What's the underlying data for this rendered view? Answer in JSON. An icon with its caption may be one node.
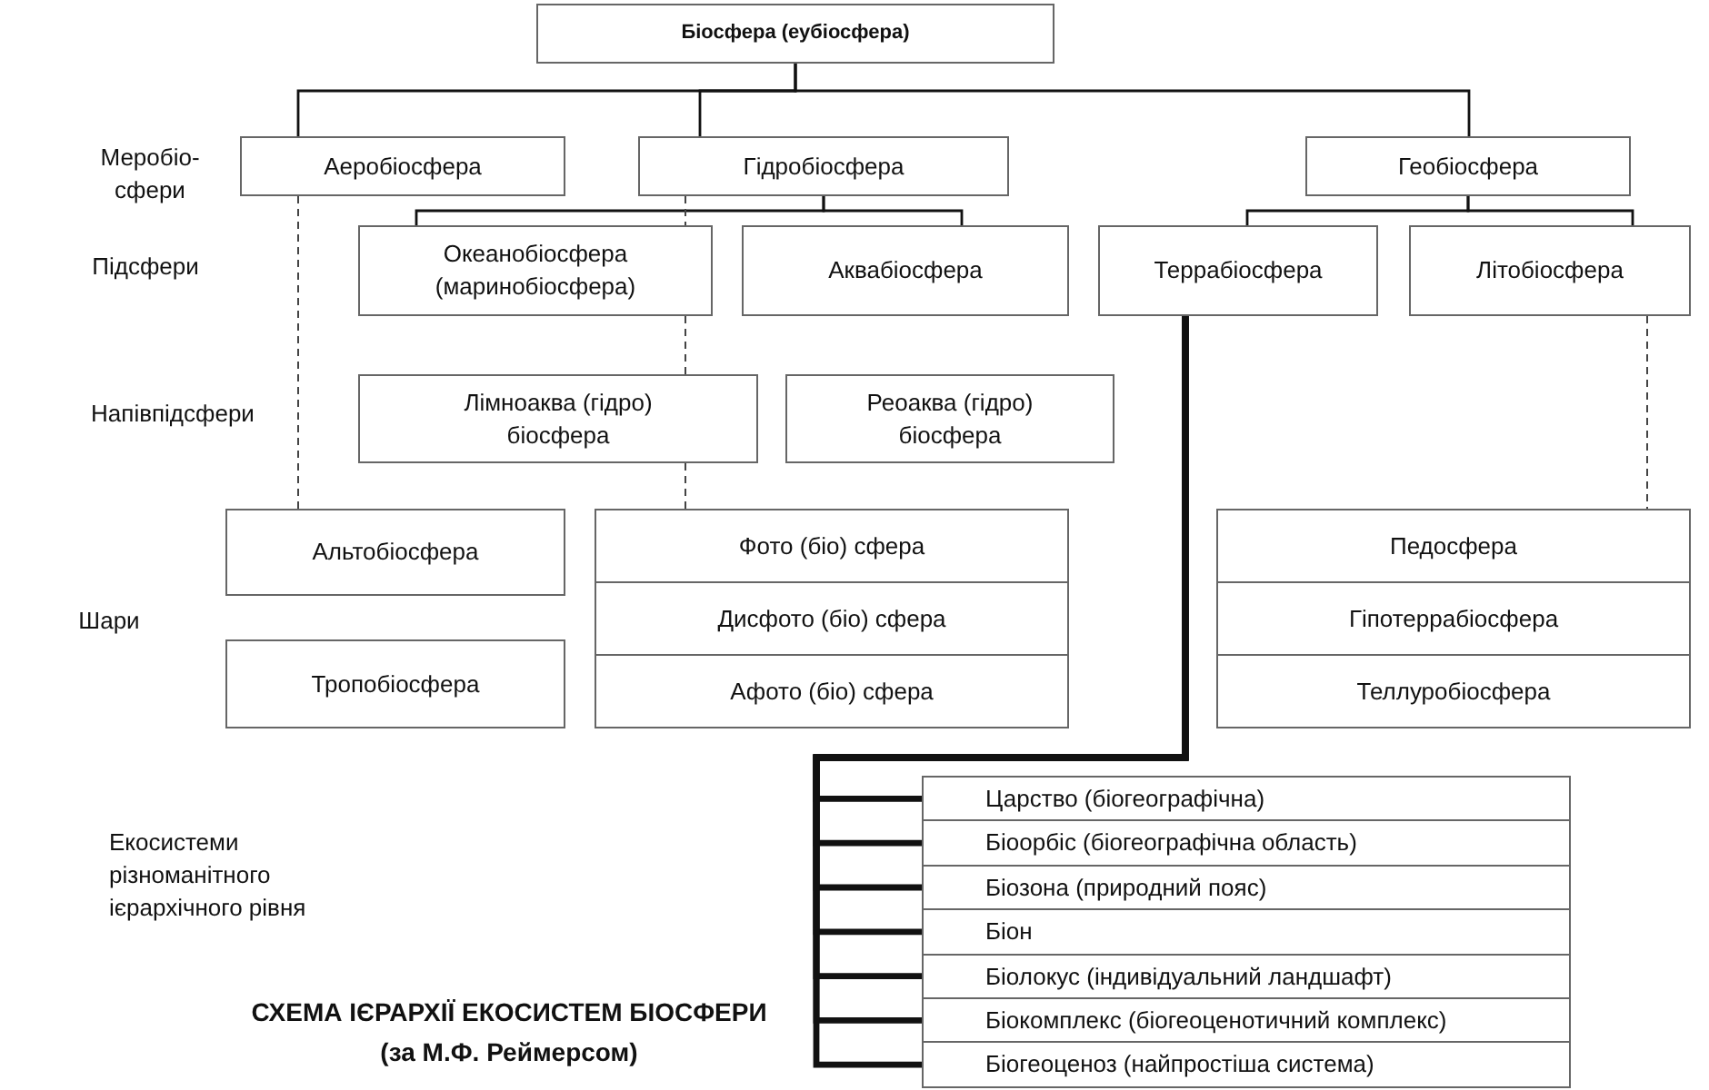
{
  "diagram": {
    "caption": "СХЕМА ІЄРАРХІЇ ЕКОСИСТЕМ БІОСФЕРИ (за М.Ф. Реймерсом)",
    "nodes": [
      {
        "text": [
          "Біосфера (еубіосфера)"
        ]
      },
      {
        "text": [
          "Аеробіосфера"
        ]
      },
      {
        "text": [
          "Гідробіосфера"
        ]
      },
      {
        "text": [
          "Геобіосфера"
        ]
      },
      {
        "text": [
          "Океанобіосфера (маринобіосфера)"
        ]
      },
      {
        "text": [
          "Аквабіосфера"
        ]
      },
      {
        "text": [
          "Террабіосфера"
        ]
      },
      {
        "text": [
          "Літобіосфера"
        ]
      },
      {
        "text": [
          "Лімноаква (гідро) біосфера"
        ]
      },
      {
        "text": [
          "Реоаква (гідро) біосфера"
        ]
      },
      {
        "text": [
          "Альтобіосфера"
        ]
      },
      {
        "text": [
          "Тропобіосфера"
        ]
      },
      {
        "text": [
          "Фото (біо) сфера"
        ]
      },
      {
        "text": [
          "Дисфото (біо) сфера"
        ]
      },
      {
        "text": [
          "Афото (біо) сфера"
        ]
      },
      {
        "text": [
          "Педосфера"
        ]
      },
      {
        "text": [
          "Гіпотеррабіосфера"
        ]
      },
      {
        "text": [
          "Теллуробіосфера"
        ]
      },
      {
        "text": [
          "Царство (біогеографічна)"
        ]
      },
      {
        "text": [
          "Біоорбіс (біогеографічна область)"
        ]
      },
      {
        "text": [
          "Біозона (природний пояс)"
        ]
      },
      {
        "text": [
          "Біон"
        ]
      },
      {
        "text": [
          "Біолокус (індивідуальний ландшафт)"
        ]
      },
      {
        "text": [
          "Біокомплекс (біогеоценотичний комплекс)"
        ]
      },
      {
        "text": [
          "Біогеоценоз (найпростіша система)"
        ]
      }
    ],
    "edges": [
      {
        "from": 0,
        "to": 1,
        "arrow": "none"
      },
      {
        "from": 0,
        "to": 2,
        "arrow": "none"
      },
      {
        "from": 0,
        "to": 3,
        "arrow": "none"
      },
      {
        "from": 2,
        "to": 4,
        "arrow": "none"
      },
      {
        "from": 2,
        "to": 5,
        "arrow": "none"
      },
      {
        "from": 3,
        "to": 6,
        "arrow": "none"
      },
      {
        "from": 3,
        "to": 7,
        "arrow": "none"
      },
      {
        "from": 1,
        "to": 10,
        "arrow": "none",
        "style": "dashed"
      },
      {
        "from": 2,
        "to": 4,
        "arrow": "none",
        "style": "dashed"
      },
      {
        "from": 4,
        "to": 8,
        "arrow": "none",
        "style": "dashed"
      },
      {
        "from": 8,
        "to": 12,
        "arrow": "none",
        "style": "dashed"
      },
      {
        "from": 7,
        "to": 15,
        "arrow": "none",
        "style": "dashed"
      },
      {
        "from": 6,
        "to": 18,
        "arrow": "none",
        "style": "thick"
      },
      {
        "from": 6,
        "to": 19,
        "arrow": "none",
        "style": "thick"
      },
      {
        "from": 6,
        "to": 20,
        "arrow": "none",
        "style": "thick"
      },
      {
        "from": 6,
        "to": 21,
        "arrow": "none",
        "style": "thick"
      },
      {
        "from": 6,
        "to": 22,
        "arrow": "none",
        "style": "thick"
      },
      {
        "from": 6,
        "to": 23,
        "arrow": "none",
        "style": "thick"
      },
      {
        "from": 6,
        "to": 24,
        "arrow": "none",
        "style": "thick"
      }
    ],
    "labels": [
      "Меробіо- сфери",
      "Підсфери",
      "Напівпідсфери",
      "Шари",
      "Екосистеми різноманітного ієрархічного рівня"
    ]
  }
}
